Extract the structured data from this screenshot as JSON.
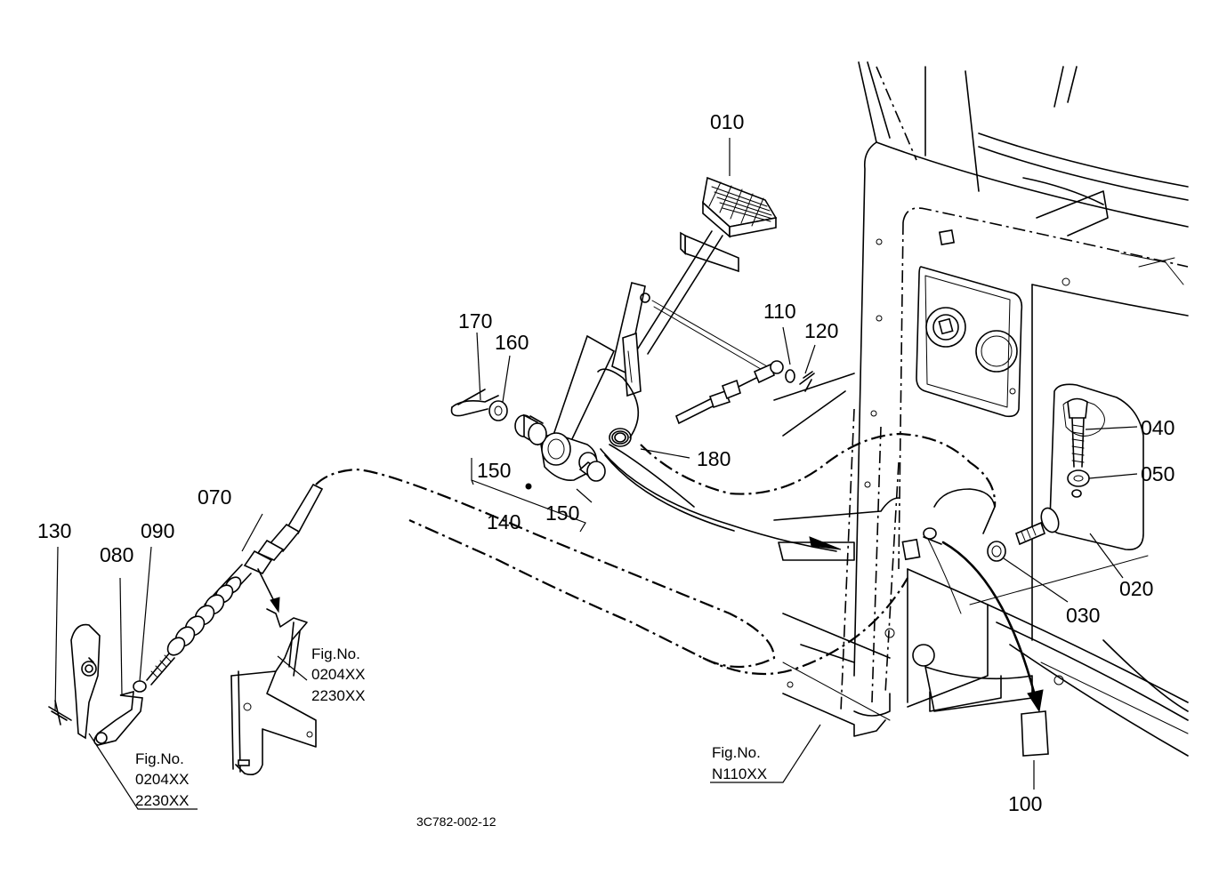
{
  "parts": {
    "p010": "010",
    "p020": "020",
    "p030": "030",
    "p040": "040",
    "p050": "050",
    "p070": "070",
    "p080": "080",
    "p090": "090",
    "p100": "100",
    "p110": "110",
    "p120": "120",
    "p130": "130",
    "p140": "140",
    "p150a": "150",
    "p150b": "150",
    "p160": "160",
    "p170": "170",
    "p180": "180"
  },
  "fig_refs": {
    "left": {
      "label": "Fig.No.",
      "line1": "0204XX",
      "line2": "2230XX"
    },
    "middle": {
      "label": "Fig.No.",
      "line1": "0204XX",
      "line2": "2230XX"
    },
    "right": {
      "label": "Fig.No.",
      "line1": "N110XX"
    }
  },
  "drawing_code": "3C782-002-12"
}
